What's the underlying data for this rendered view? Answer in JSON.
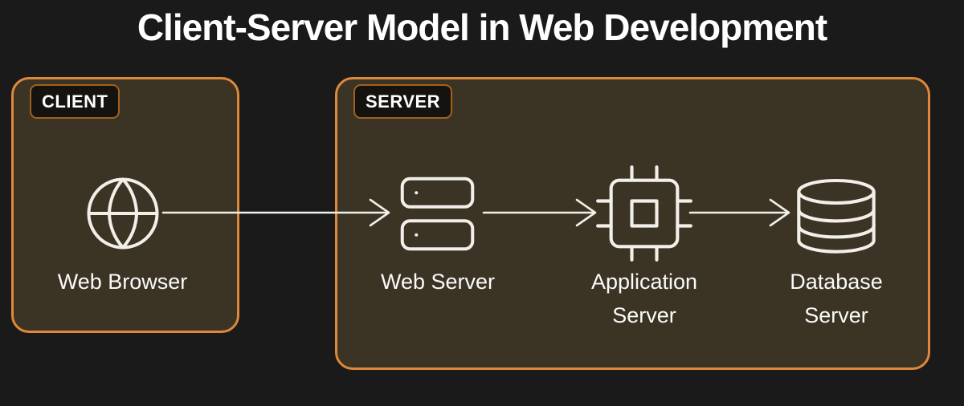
{
  "title": "Client-Server Model in Web Development",
  "colors": {
    "background": "#1a1a1a",
    "group_fill": "#3b3425",
    "group_border": "#e0883a",
    "badge_fill": "#151310",
    "badge_border": "#a2601f",
    "text": "#fafafa",
    "line": "#f2efe9"
  },
  "client_group": {
    "badge": "CLIENT",
    "nodes": [
      {
        "label": "Web Browser",
        "icon": "globe-icon"
      }
    ]
  },
  "server_group": {
    "badge": "SERVER",
    "nodes": [
      {
        "label": "Web Server",
        "icon": "server-stack-icon"
      },
      {
        "label": "Application Server",
        "icon": "cpu-icon"
      },
      {
        "label": "Database Server",
        "icon": "database-icon"
      }
    ]
  },
  "arrows": [
    {
      "name": "client-to-web-server",
      "from": "Web Browser",
      "to": "Web Server"
    },
    {
      "name": "web-server-to-application-server",
      "from": "Web Server",
      "to": "Application Server"
    },
    {
      "name": "application-server-to-database-server",
      "from": "Application Server",
      "to": "Database Server"
    }
  ]
}
